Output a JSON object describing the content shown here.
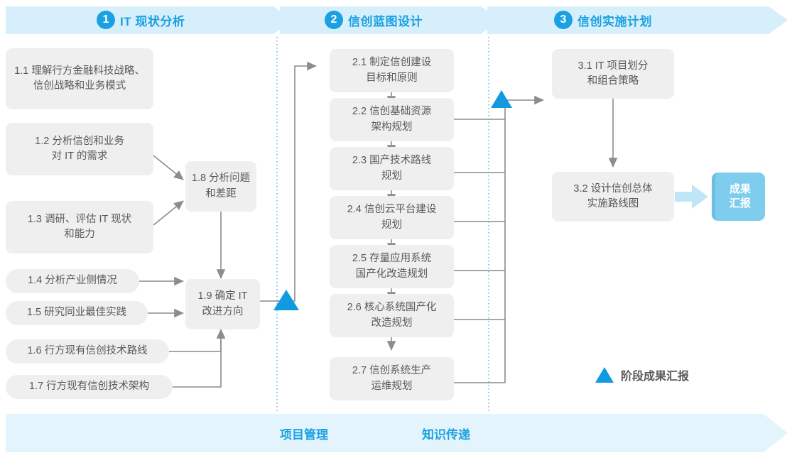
{
  "phases": [
    {
      "num": "1",
      "title": "IT 现状分析"
    },
    {
      "num": "2",
      "title": "信创蓝图设计"
    },
    {
      "num": "3",
      "title": "信创实施计划"
    }
  ],
  "nodes": {
    "n11": "1.1 理解行方金融科技战略、信创战略和业务模式",
    "n12": "1.2 分析信创和业务\n对 IT 的需求",
    "n13": "1.3 调研、评估 IT 现状\n和能力",
    "n14": "1.4 分析产业侧情况",
    "n15": "1.5 研究同业最佳实践",
    "n16": "1.6 行方现有信创技术路线",
    "n17": "1.7 行方现有信创技术架构",
    "n18": "1.8 分析问题\n和差距",
    "n19": "1.9 确定 IT\n改进方向",
    "n21": "2.1 制定信创建设\n目标和原则",
    "n22": "2.2 信创基础资源\n架构规划",
    "n23": "2.3 国产技术路线\n规划",
    "n24": "2.4 信创云平台建设\n规划",
    "n25": "2.5 存量应用系统\n国产化改造规划",
    "n26": "2.6 核心系统国产化\n改造规划",
    "n27": "2.7 信创系统生产\n运维规划",
    "n31": "3.1 IT 项目划分\n和组合策略",
    "n32": "3.2 设计信创总体\n实施路线图"
  },
  "result_chip": "成果\n汇报",
  "legend": {
    "icon": "triangle-milestone-icon",
    "label": "阶段成果汇报"
  },
  "bottom_band": {
    "labels": [
      "项目管理",
      "知识传递"
    ]
  },
  "colors": {
    "accent": "#1ba1e2",
    "banner_fill": "#d7eefb",
    "band_fill": "#e4f4fc",
    "node_fill": "#efefef",
    "node_text": "#595959",
    "connector": "#808080",
    "milestone": "#119adf",
    "chip_fill": "#7fcdee",
    "chip_arrow": "#bfe5f7",
    "divider": "#3fb3e8"
  }
}
